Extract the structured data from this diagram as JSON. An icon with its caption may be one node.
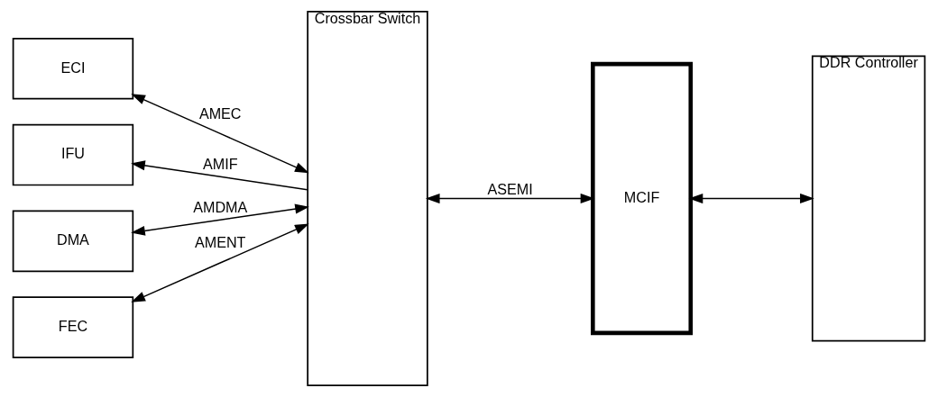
{
  "diagram": {
    "nodes": [
      {
        "text": [
          "ECI"
        ]
      },
      {
        "text": [
          "IFU"
        ]
      },
      {
        "text": [
          "DMA"
        ]
      },
      {
        "text": [
          "FEC"
        ]
      },
      {
        "text": [
          "Crossbar Switch"
        ]
      },
      {
        "text": [
          "MCIF"
        ]
      },
      {
        "text": [
          "DDR Controller"
        ]
      }
    ],
    "edges": [
      {
        "from": 0,
        "to": 4,
        "arrow": "both",
        "label": "AMEC"
      },
      {
        "from": 4,
        "to": 1,
        "arrow": "to",
        "label": "AMIF"
      },
      {
        "from": 2,
        "to": 4,
        "arrow": "both",
        "label": "AMDMA"
      },
      {
        "from": 3,
        "to": 4,
        "arrow": "both",
        "label": "AMENT"
      },
      {
        "from": 4,
        "to": 5,
        "arrow": "both",
        "label": "ASEMI"
      },
      {
        "from": 5,
        "to": 6,
        "arrow": "both"
      }
    ]
  }
}
